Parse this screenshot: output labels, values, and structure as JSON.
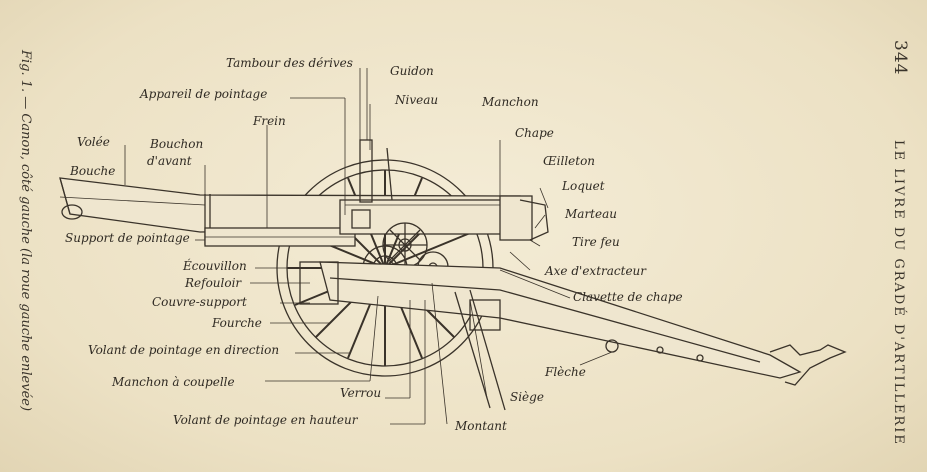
{
  "page": {
    "number": "344",
    "running_title": "LE LIVRE DU GRADÉ D'ARTILLERIE",
    "caption": "Fig. 1. — Canon, côté gauche (la roue gauche enlevée)"
  },
  "labels": {
    "tambour": "Tambour des dérives",
    "guidon": "Guidon",
    "appareil": "Appareil de pointage",
    "niveau": "Niveau",
    "manchon": "Manchon",
    "frein": "Frein",
    "chape": "Chape",
    "volee": "Volée",
    "bouchon": "Bouchon",
    "davant": "d'avant",
    "oeilleton": "Œilleton",
    "bouche": "Bouche",
    "loquet": "Loquet",
    "marteau": "Marteau",
    "support": "Support de pointage",
    "tirefeu": "Tire feu",
    "ecouvillon": "Écouvillon",
    "axe": "Axe d'extracteur",
    "refouloir": "Refouloir",
    "clavette": "Clavette de chape",
    "couvre": "Couvre-support",
    "fourche": "Fourche",
    "volant_dir": "Volant de pointage en direction",
    "fleche": "Flèche",
    "coupelle": "Manchon à coupelle",
    "verrou": "Verrou",
    "siege": "Siège",
    "volant_haut": "Volant de pointage en hauteur",
    "montant": "Montant"
  }
}
